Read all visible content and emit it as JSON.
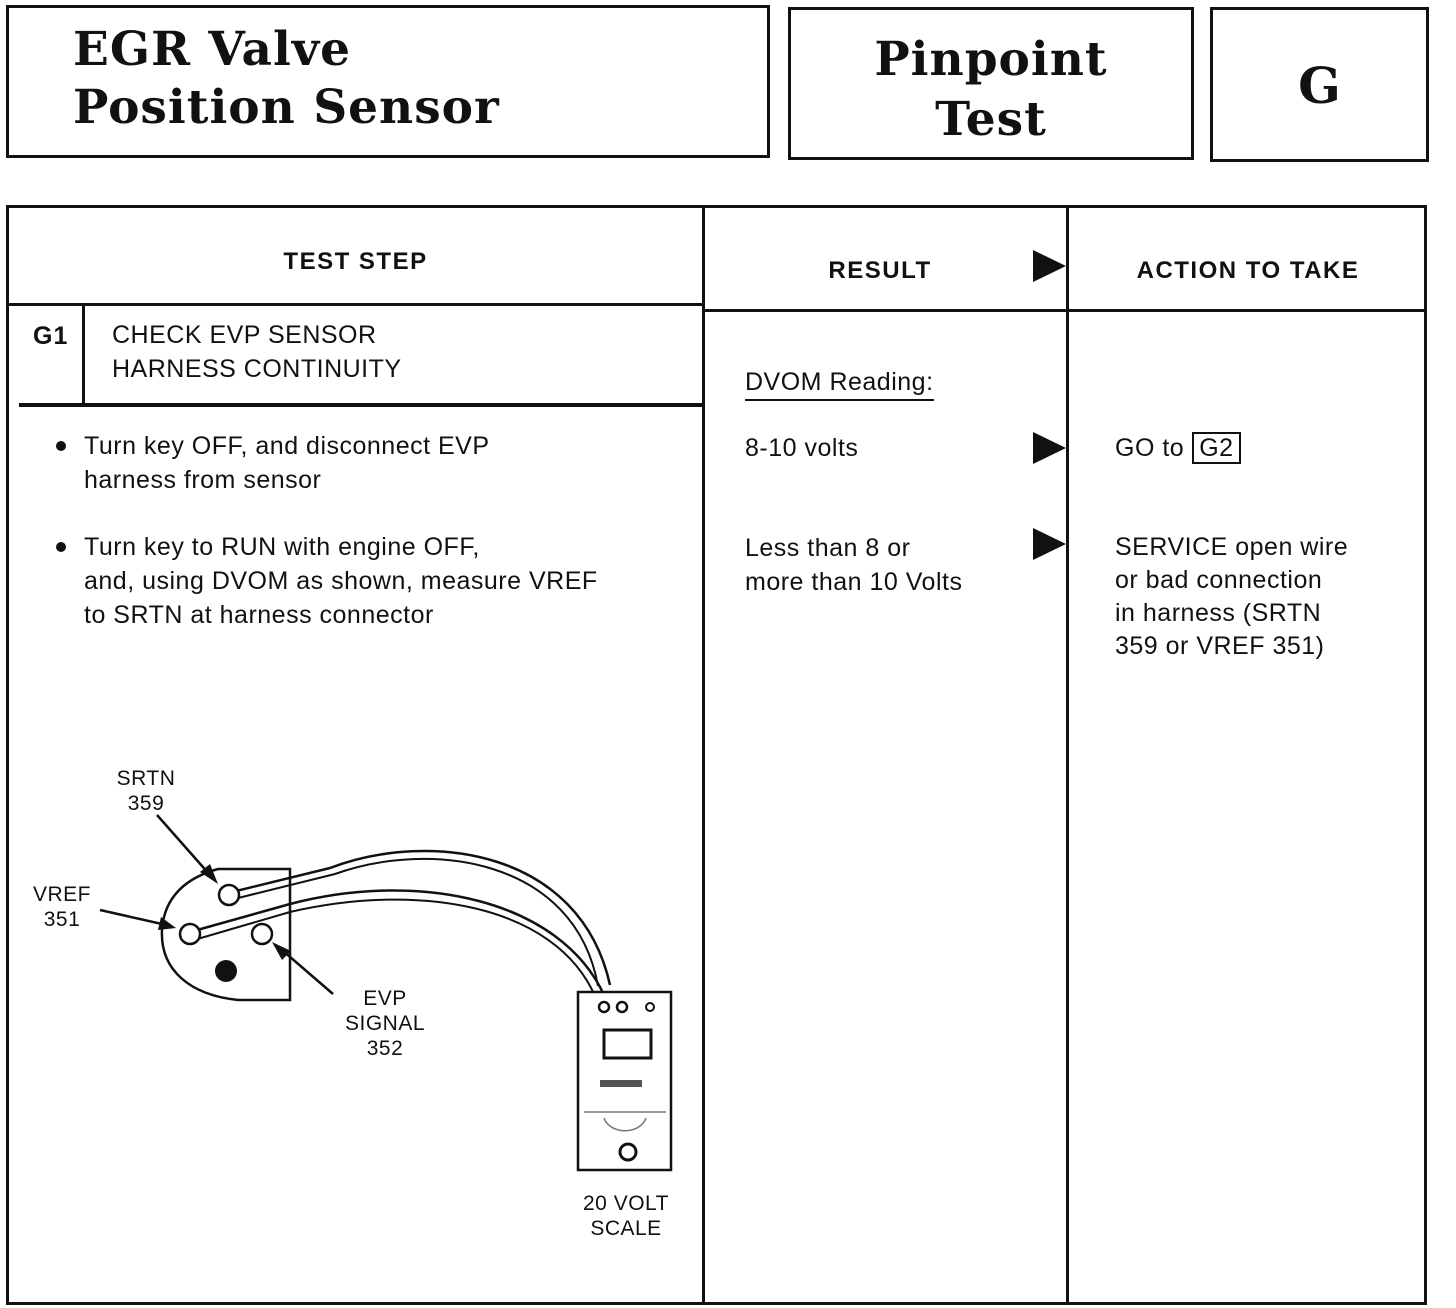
{
  "header": {
    "title_line_1": "EGR Valve",
    "title_line_2": "Position Sensor",
    "type_line_1": "Pinpoint",
    "type_line_2": "Test",
    "code": "G"
  },
  "table": {
    "columns": {
      "test_step": "TEST STEP",
      "result": "RESULT",
      "action": "ACTION TO TAKE"
    },
    "step": {
      "code": "G1",
      "title_line_1": "CHECK EVP SENSOR",
      "title_line_2": "HARNESS CONTINUITY",
      "bullets": [
        "Turn key OFF, and disconnect EVP\nharness from sensor",
        "Turn key to RUN with engine OFF,\nand, using DVOM as shown, measure VREF\nto SRTN at harness connector"
      ]
    },
    "result_heading": "DVOM Reading:",
    "rows": [
      {
        "result": "8-10 volts",
        "action_prefix": "GO to",
        "action_ref": "G2"
      },
      {
        "result": "Less than 8 or\nmore than 10 Volts",
        "action": "SERVICE open wire\nor bad connection\nin harness (SRTN\n359 or VREF 351)"
      }
    ]
  },
  "diagram": {
    "labels": {
      "srtn": "SRTN\n359",
      "vref": "VREF\n351",
      "evp_signal": "EVP\nSIGNAL\n352",
      "scale": "20 VOLT\nSCALE"
    }
  }
}
